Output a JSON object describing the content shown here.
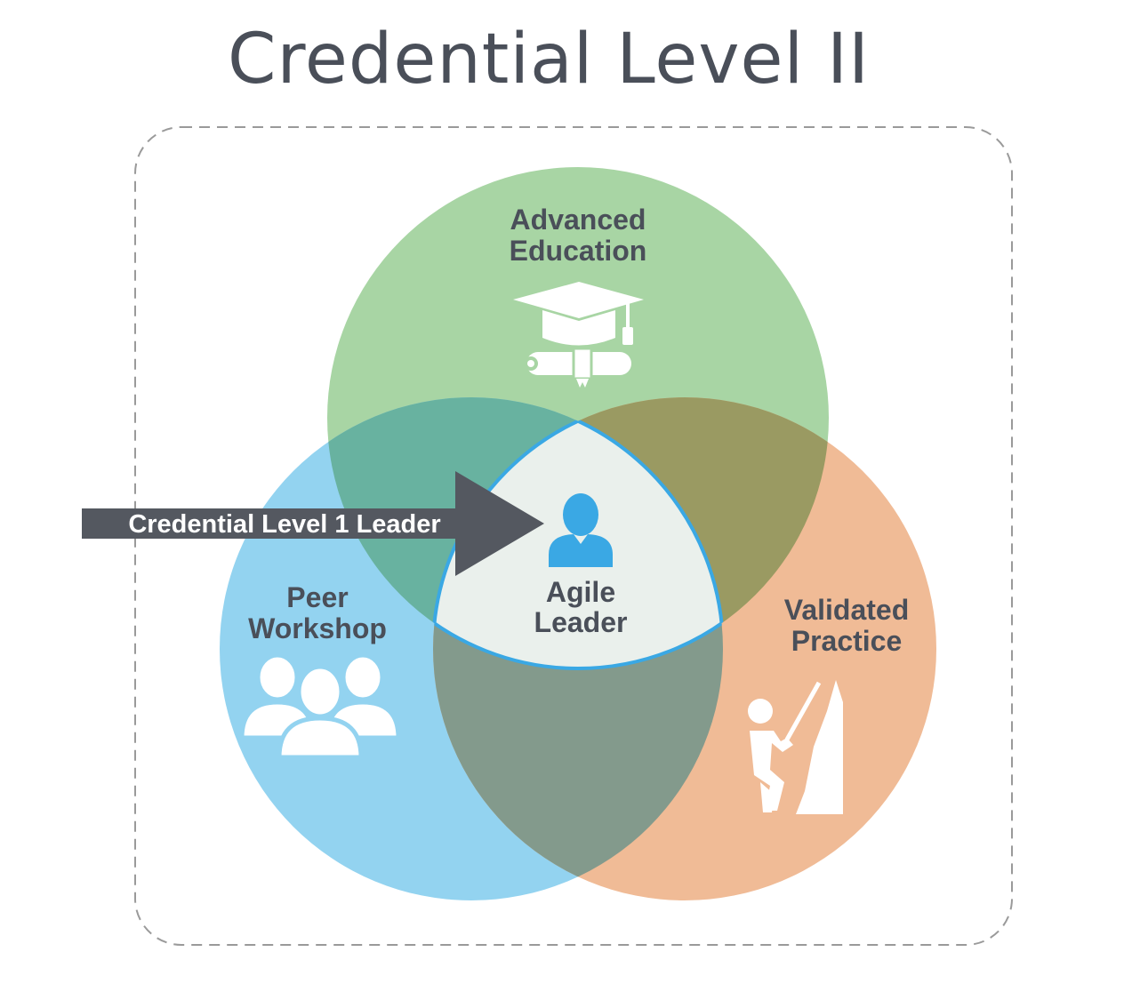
{
  "title": "Credential Level II",
  "circles": {
    "top": {
      "line1": "Advanced",
      "line2": "Education",
      "icon": "graduation-cap-icon",
      "color": "#a8d5a4"
    },
    "left": {
      "line1": "Peer",
      "line2": "Workshop",
      "icon": "group-icon",
      "color": "#93d3f0"
    },
    "right": {
      "line1": "Validated",
      "line2": "Practice",
      "icon": "climber-icon",
      "color": "#f0bb96"
    }
  },
  "center": {
    "line1": "Agile",
    "line2": "Leader",
    "icon": "person-icon",
    "color": "#eaf0ec"
  },
  "arrow": {
    "label": "Credential Level 1 Leader",
    "color": "#545860"
  },
  "colors": {
    "overlap_top_left": "#68b2a0",
    "overlap_top_right": "#9a9a62",
    "overlap_left_right": "#839a8c",
    "accent_blue": "#3aa8e4"
  }
}
